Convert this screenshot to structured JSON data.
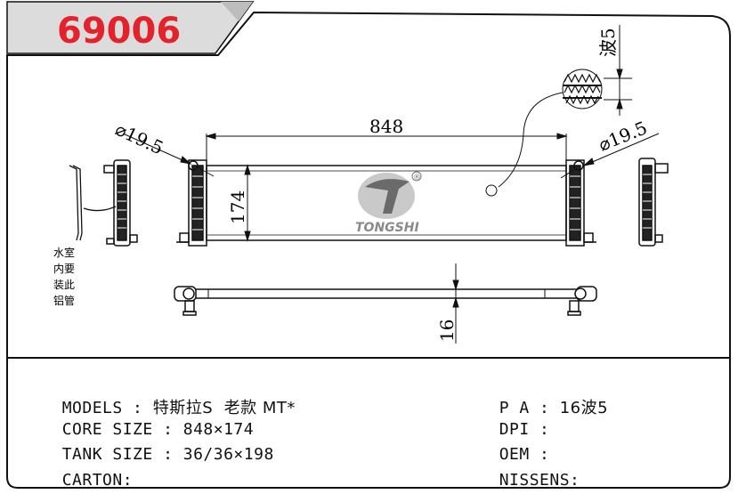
{
  "header": {
    "part_number": "69006",
    "part_number_color": "#e3222b"
  },
  "drawing": {
    "dimensions": {
      "core_width": "848",
      "core_height": "174",
      "fin_pitch": "波5",
      "inlet_diameter_left": "⌀19.5",
      "inlet_diameter_right": "⌀19.5",
      "depth": "16"
    },
    "note": [
      "水室",
      "内要",
      "装此",
      "铝管"
    ],
    "logo": {
      "brand": "TONGSHI",
      "registered_mark": "®"
    }
  },
  "specs": {
    "models": {
      "label": "MODELS",
      "value": "特斯拉S  老款 MT*"
    },
    "core_size": {
      "label": "CORE SIZE",
      "value": "848×174"
    },
    "tank_size": {
      "label": "TANK SIZE",
      "value": "36/36×198"
    },
    "carton": {
      "label": "CARTON",
      "value": ""
    },
    "pa": {
      "label": "P A",
      "value": "16波5"
    },
    "dpi": {
      "label": "DPI",
      "value": ""
    },
    "oem": {
      "label": "OEM",
      "value": ""
    },
    "nissens": {
      "label": "NISSENS",
      "value": ""
    }
  }
}
